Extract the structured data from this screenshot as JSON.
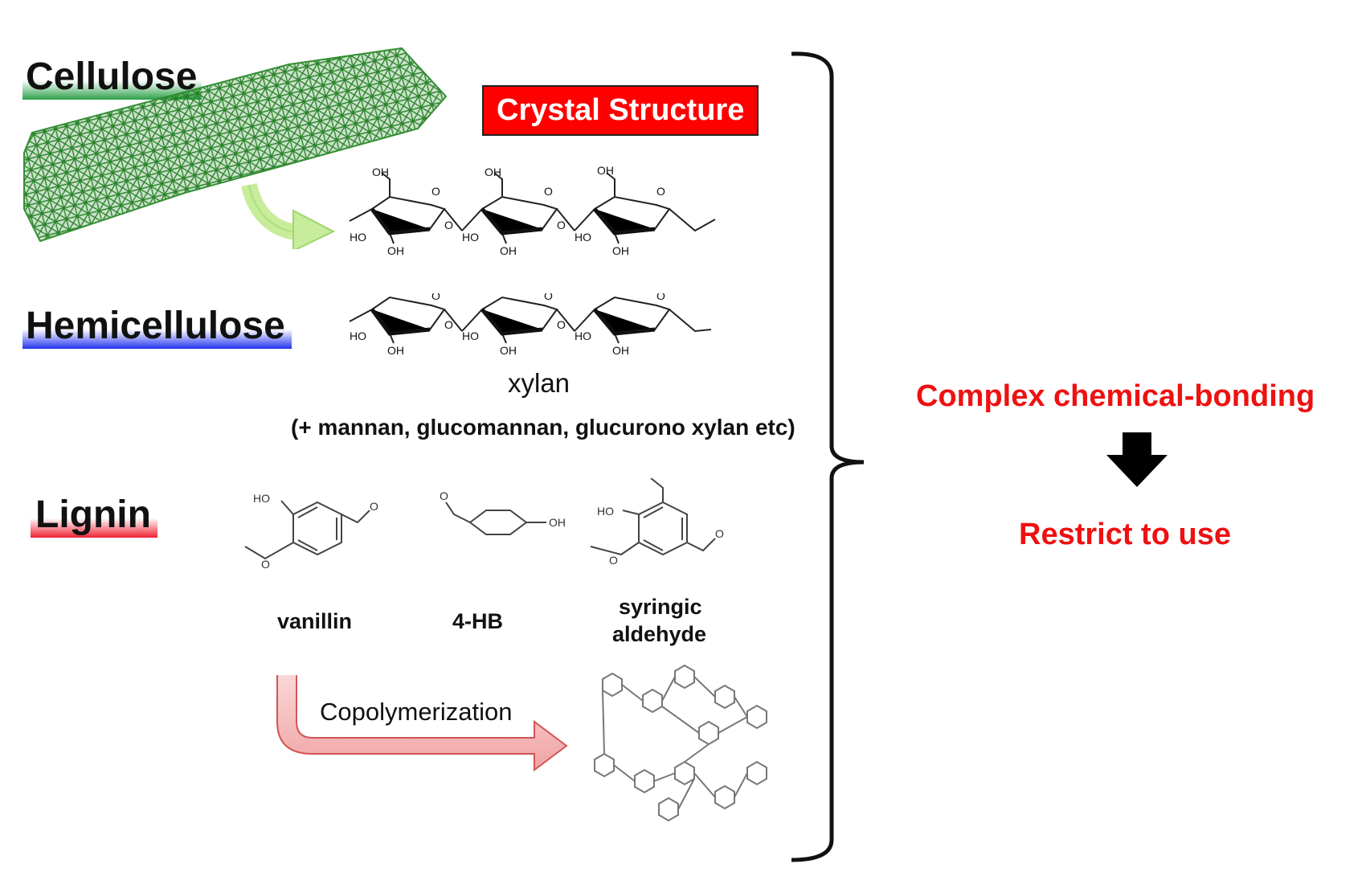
{
  "cellulose": {
    "title": "Cellulose",
    "badge": "Crystal Structure"
  },
  "hemicellulose": {
    "title": "Hemicellulose",
    "name": "xylan",
    "note": "(+ mannan, glucomannan, glucurono xylan etc)"
  },
  "lignin": {
    "title": "Lignin",
    "monomers": [
      {
        "label": "vanillin"
      },
      {
        "label": "4-HB"
      },
      {
        "label_line1": "syringic",
        "label_line2": "aldehyde"
      }
    ],
    "process": "Copolymerization"
  },
  "conclusion": {
    "line1": "Complex chemical-bonding",
    "line2": "Restrict to use"
  },
  "atoms": {
    "oh": "OH",
    "ho": "HO",
    "o": "O"
  },
  "colors": {
    "cellulose_green": "#2ea04a",
    "hemicellulose_blue": "#2233ee",
    "lignin_red": "#ee2233",
    "badge_red": "#ff0000",
    "text_red": "#ee1111"
  }
}
